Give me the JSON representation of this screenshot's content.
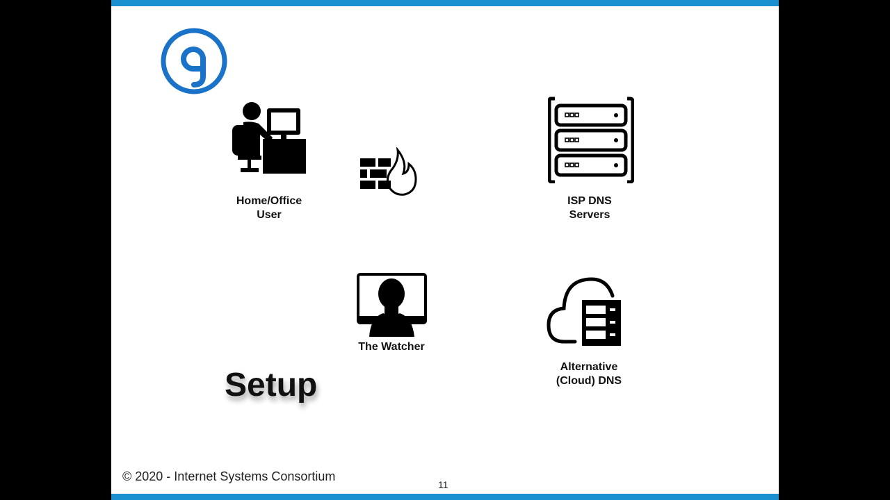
{
  "slide": {
    "title": "Setup",
    "footer": "© 2020 - Internet Systems Consortium",
    "page_number": "11",
    "accent_color": "#1a8fd0"
  },
  "nodes": {
    "home_user": {
      "line1": "Home/Office",
      "line2": "User",
      "icon": "office-worker-icon"
    },
    "firewall": {
      "icon": "firewall-icon"
    },
    "isp_dns": {
      "line1": "ISP DNS",
      "line2": "Servers",
      "icon": "server-rack-icon"
    },
    "watcher": {
      "line1": "The Watcher",
      "icon": "person-on-monitor-icon"
    },
    "cloud_dns": {
      "line1": "Alternative",
      "line2": "(Cloud) DNS",
      "icon": "cloud-server-icon"
    }
  }
}
